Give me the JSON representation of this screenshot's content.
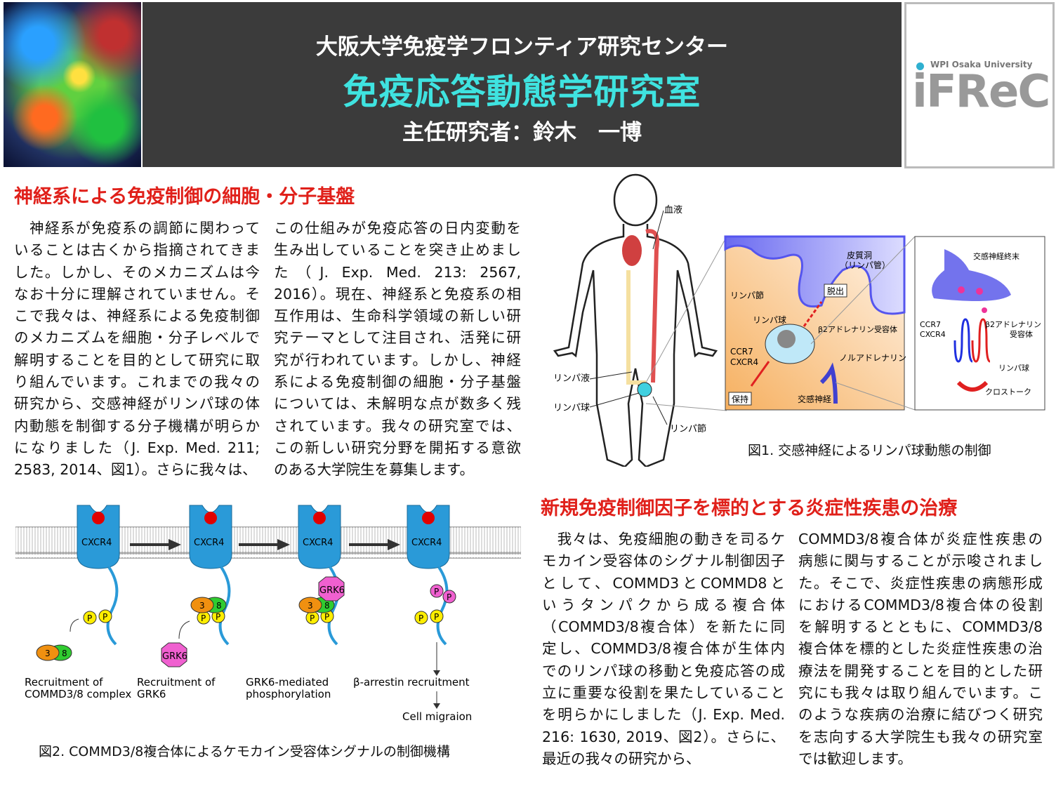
{
  "header": {
    "title_line1": "大阪大学免疫学フロンティア研究センター",
    "title_line2": "免疫応答動態学研究室",
    "pi_line": "主任研究者：鈴木　一博",
    "logo_sub": "WPI Osaka University",
    "logo_main": "iFReC"
  },
  "section1": {
    "heading": "神経系による免疫制御の細胞・分子基盤",
    "col1": [
      "　神経系が免疫系の調節に関わって",
      "いることは古くから指摘されてきま",
      "した。しかし、そのメカニズムは今",
      "なお十分に理解されていません。そ",
      "こで我々は、神経系による免疫制御",
      "のメカニズムを細胞・分子レベルで",
      "解明することを目的として研究に取",
      "り組んでいます。これまでの我々の",
      "研究から、交感神経がリンパ球の体",
      "内動態を制御する分子機構が明らか",
      "になりました（J. Exp. Med. 211;",
      "2583, 2014、図1）。さらに我々は、"
    ],
    "col2": [
      "この仕組みが免疫応答の日内変動を",
      "生み出していることを突き止めまし",
      "た（J. Exp. Med. 213: 2567,",
      "2016）。現在、神経系と免疫系の相",
      "互作用は、生命科学領域の新しい研",
      "究テーマとして注目され、活発に研",
      "究が行われています。しかし、神経",
      "系による免疫制御の細胞・分子基盤",
      "については、未解明な点が数多く残",
      "されています。我々の研究室では、",
      "この新しい研究分野を開拓する意欲",
      "のある大学院生を募集します。"
    ]
  },
  "figure1": {
    "body_labels": {
      "blood": "血液",
      "lymph_fluid": "リンパ液",
      "lymphocyte": "リンパ球",
      "lymph_node": "リンパ節"
    },
    "panel_a": {
      "sinus": "皮質洞",
      "sinus_sub": "（リンパ管）",
      "lymph_node": "リンパ節",
      "egress": "脱出",
      "lymphocyte": "リンパ球",
      "receptor": "β2アドレナリン受容体",
      "ccr7": "CCR7",
      "cxcr4": "CXCR4",
      "noradrenaline": "ノルアドレナリン",
      "retention": "保持",
      "sympathetic": "交感神経"
    },
    "panel_b": {
      "terminal": "交感神経終末",
      "ccr7": "CCR7",
      "cxcr4": "CXCR4",
      "receptor1": "β2アドレナリン",
      "receptor2": "受容体",
      "lymphocyte": "リンパ球",
      "crosstalk": "クロストーク"
    },
    "caption": "図1. 交感神経によるリンパ球動態の制御"
  },
  "section2": {
    "heading": "新規免疫制御因子を標的とする炎症性疾患の治療",
    "col1": [
      "　我々は、免疫細胞の動きを司るケ",
      "モカイン受容体のシグナル制御因子",
      "として、COMMD3とCOMMD8と",
      "いうタンパクから成る複合体",
      "（COMMD3/8複合体）を新たに同",
      "定し、COMMD3/8複合体が生体内",
      "でのリンパ球の移動と免疫応答の成",
      "立に重要な役割を果たしていること",
      "を明らかにしました（J. Exp. Med.",
      "216: 1630, 2019、図2）。さらに、",
      "最近の我々の研究から、"
    ],
    "col2": [
      "COMMD3/8複合体が炎症性疾患の",
      "病態に関与することが示唆されまし",
      "た。そこで、炎症性疾患の病態形成",
      "におけるCOMMD3/8複合体の役割",
      "を解明するとともに、COMMD3/8",
      "複合体を標的とした炎症性疾患の治",
      "療法を開発することを目的とした研",
      "究にも我々は取り組んでいます。こ",
      "のような疾病の治療に結びつく研究",
      "を志向する大学院生も我々の研究室",
      "では歓迎します。"
    ]
  },
  "figure2": {
    "receptor": "CXCR4",
    "p": "P",
    "n3": "3",
    "n8": "8",
    "grk6": "GRK6",
    "steps": [
      {
        "line1": "Recruitment of",
        "line2": "COMMD3/8 complex"
      },
      {
        "line1": "Recruitment of",
        "line2": "GRK6"
      },
      {
        "line1": "GRK6-mediated",
        "line2": "phosphorylation"
      },
      {
        "line1": "β-arrestin recruitment",
        "line2": ""
      }
    ],
    "cell_migration": "Cell migraion",
    "caption": "図2. COMMD3/8複合体によるケモカイン受容体シグナルの制御機構"
  },
  "colors": {
    "accent_red": "#e0201a",
    "title_cyan": "#3fe3e0",
    "receptor_blue": "#2a9ad8"
  }
}
